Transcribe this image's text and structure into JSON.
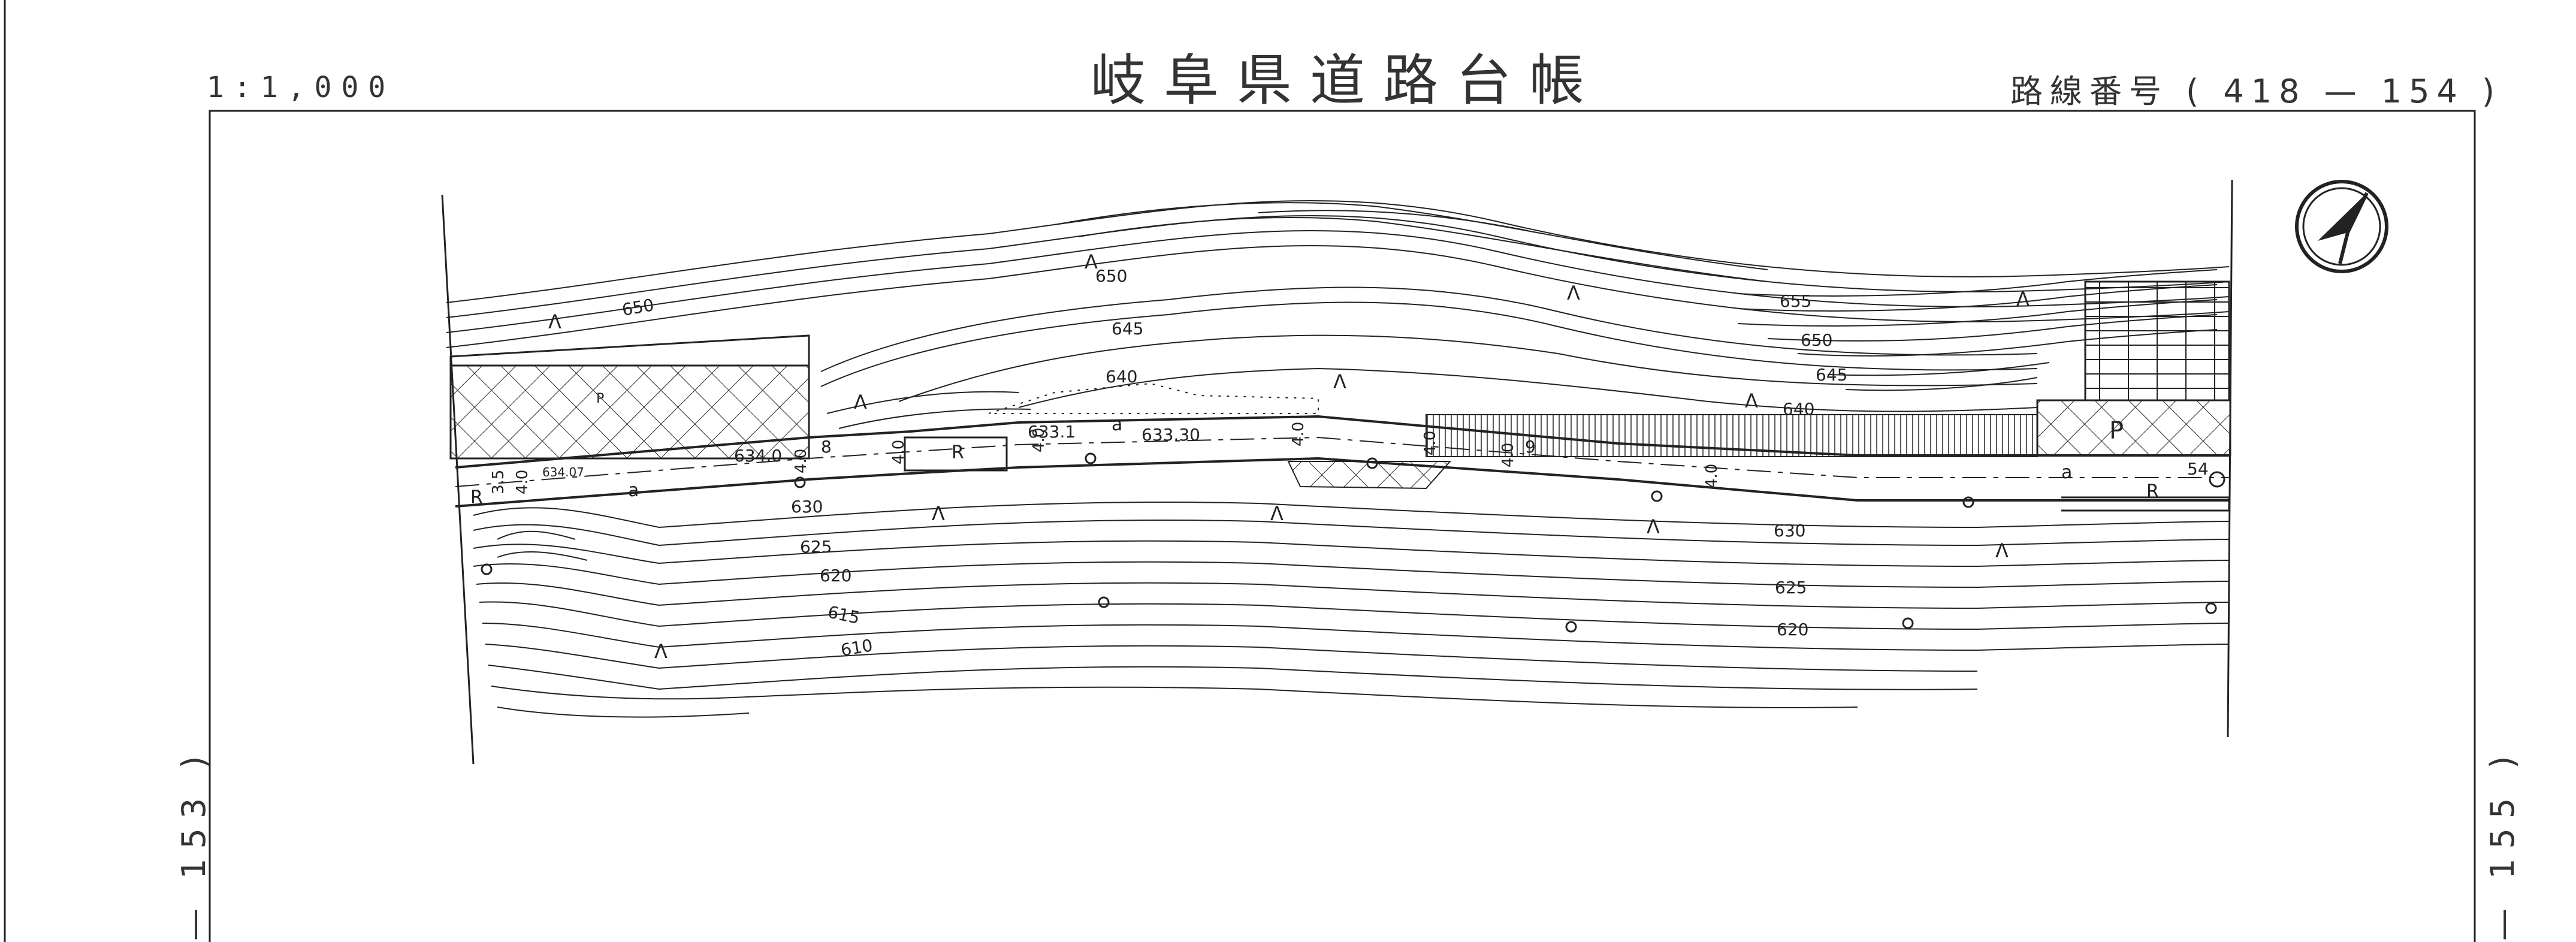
{
  "sheet": {
    "title": "岐阜県道路台帳",
    "scale": "1:1,000",
    "route_number": "路線番号 ( 418 — 154 )",
    "adjacent_prev": "— 153 )",
    "adjacent_next": "— 155 )"
  },
  "map": {
    "north_arrow": "north-arrow-icon",
    "contour_labels_north": [
      "650",
      "650",
      "645",
      "640",
      "655",
      "650",
      "645",
      "640"
    ],
    "contour_labels_south": [
      "630",
      "625",
      "620",
      "615",
      "610",
      "630",
      "625",
      "620"
    ],
    "elevation_points": [
      "634.0",
      "634.07",
      "633.1",
      "633.30"
    ],
    "road_widths": [
      "4.0",
      "4.0",
      "4.0",
      "4.0",
      "4.0",
      "4.0",
      "4.0",
      "4.0",
      "3.5"
    ],
    "misc_labels": [
      "8",
      "9",
      "54"
    ],
    "symbols": {
      "parking": "P",
      "road_edge": "R",
      "asphalt": "a"
    },
    "colors": {
      "ink": "#222222",
      "paper": "#ffffff"
    }
  }
}
